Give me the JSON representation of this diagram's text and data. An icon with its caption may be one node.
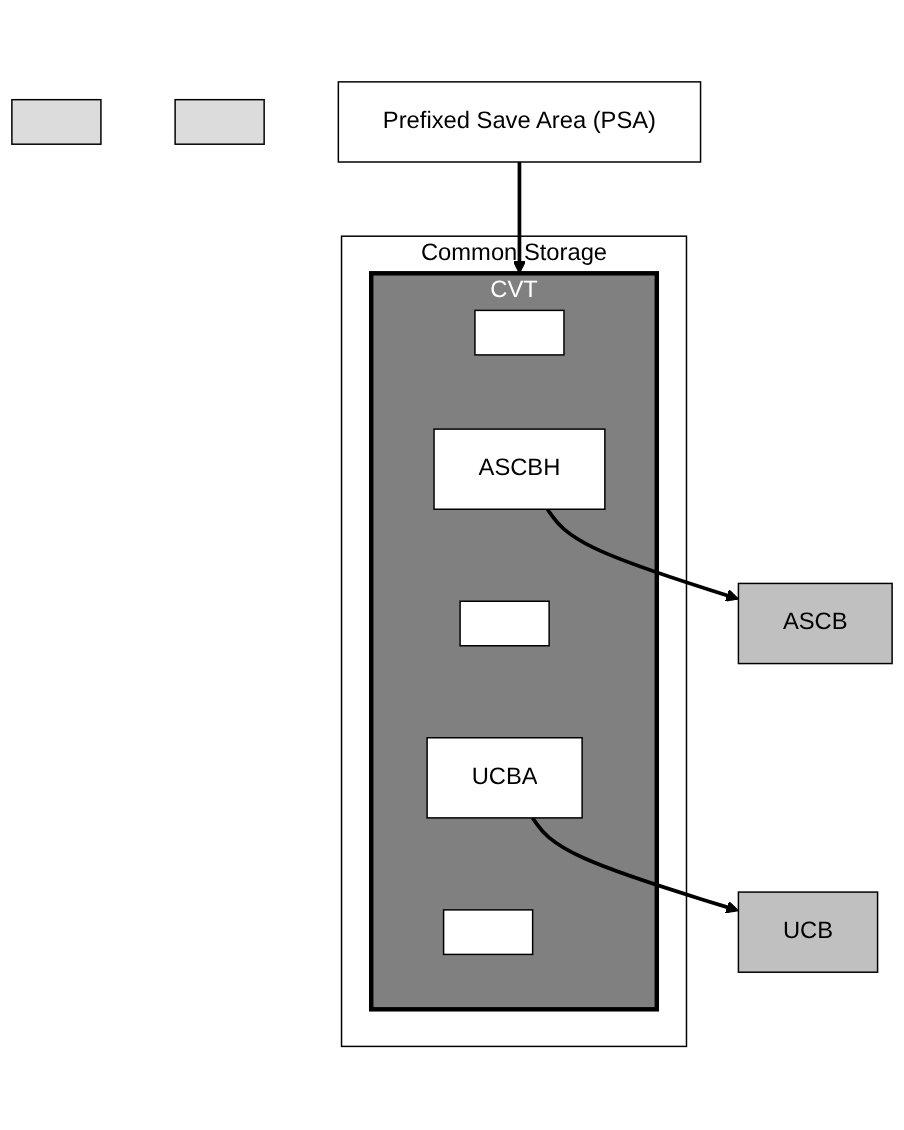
{
  "diagram": {
    "nodes": [
      {
        "text": [],
        "shape": "box"
      },
      {
        "text": [
          "Common Storage"
        ]
      },
      {
        "text": [
          "CVT"
        ],
        "in": 1
      },
      {
        "text": [],
        "shape": "box",
        "in": 2
      },
      {
        "text": [
          "ASCBH"
        ],
        "in": 2
      },
      {
        "text": [],
        "shape": "box",
        "in": 2
      },
      {
        "text": [
          "UCBA"
        ],
        "in": 2
      },
      {
        "text": [],
        "shape": "box",
        "in": 2
      },
      {
        "text": [
          "ASCB"
        ]
      },
      {
        "text": [
          "UCB"
        ]
      },
      {
        "text": [],
        "shape": "box"
      },
      {
        "text": [
          "Prefixed Save Area (PSA)"
        ]
      }
    ],
    "edges": [
      {
        "from": 11,
        "to": 2,
        "arrow": "to"
      },
      {
        "from": 4,
        "to": 8,
        "arrow": "to"
      },
      {
        "from": 6,
        "to": 9,
        "arrow": "to"
      }
    ]
  }
}
